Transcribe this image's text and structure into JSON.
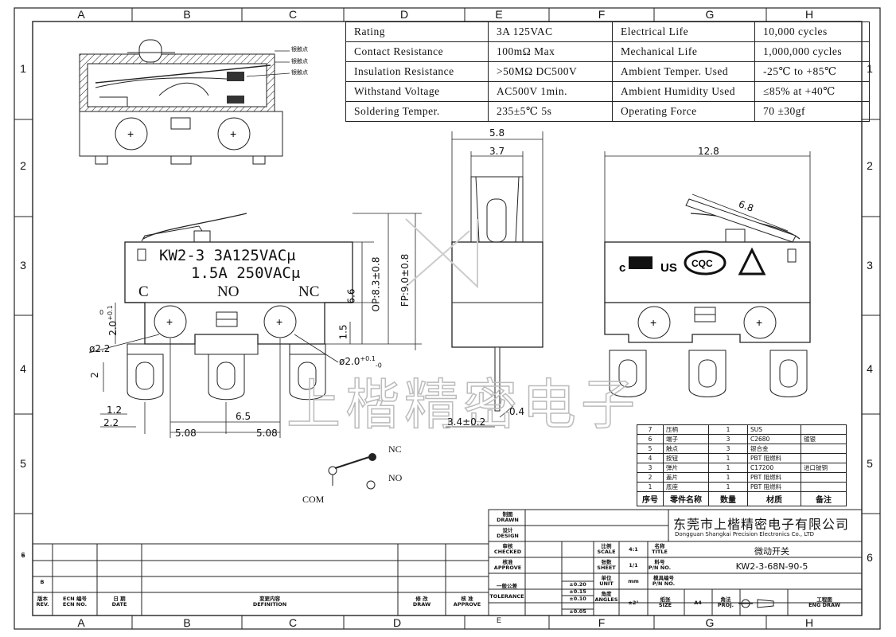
{
  "grid": {
    "cols": [
      "A",
      "B",
      "C",
      "D",
      "E",
      "F",
      "G",
      "H"
    ],
    "rows": [
      "1",
      "2",
      "3",
      "4",
      "5",
      "6"
    ]
  },
  "spec": [
    {
      "k1": "Rating",
      "v1": "3A  125VAC",
      "k2": "Electrical Life",
      "v2": "10,000 cycles"
    },
    {
      "k1": "Contact Resistance",
      "v1": "100mΩ  Max",
      "k2": "Mechanical Life",
      "v2": "1,000,000 cycles"
    },
    {
      "k1": "Insulation Resistance",
      "v1": ">50MΩ  DC500V",
      "k2": "Ambient Temper. Used",
      "v2": "-25℃ to +85℃"
    },
    {
      "k1": "Withstand Voltage",
      "v1": "AC500V  1min.",
      "k2": "Ambient Humidity Used",
      "v2": "≤85% at +40℃"
    },
    {
      "k1": "Soldering Temper.",
      "v1": "235±5℃ 5s",
      "k2": "Operating Force",
      "v2": "70 ±30gf"
    }
  ],
  "section": {
    "label1": "银触点",
    "label2": "银触点",
    "label3": "银触点"
  },
  "front": {
    "marking1": "KW2-3  3A125VAC",
    "marking2": "1.5A  250VAC",
    "mu": "μ",
    "term_c": "C",
    "term_no": "NO",
    "term_nc": "NC",
    "dim_20": "2.0",
    "dim_20_tol_up": "+0.1",
    "dim_20_tol_dn": "0",
    "dim_d22": "ø2.2",
    "dim_d20": "ø2.0",
    "dim_d20_tol_up": "+0.1",
    "dim_d20_tol_dn": "-0",
    "dim_2": "2",
    "dim_12": "1.2",
    "dim_22": "2.2",
    "dim_65": "6.5",
    "dim_508a": "5.08",
    "dim_508b": "5.08",
    "dim_66": "6.6",
    "dim_15": "1.5",
    "dim_op": "OP:8.3±0.8",
    "dim_fp": "FP:9.0±0.8"
  },
  "side": {
    "dim_58": "5.8",
    "dim_37": "3.7",
    "dim_34": "3.4±0.2",
    "dim_04": "0.4"
  },
  "rear": {
    "dim_128": "12.8",
    "dim_68": "6.8",
    "cert_c": "c",
    "cert_us": "US",
    "cert_cqc": "CQC"
  },
  "schematic": {
    "nc": "NC",
    "no": "NO",
    "com": "COM"
  },
  "watermark": "上楷精密电子",
  "bom": {
    "rows": [
      {
        "no": "7",
        "name": "压柄",
        "qty": "1",
        "mat": "SUS",
        "note": ""
      },
      {
        "no": "6",
        "name": "端子",
        "qty": "3",
        "mat": "C2680",
        "note": "镀银"
      },
      {
        "no": "5",
        "name": "触点",
        "qty": "3",
        "mat": "银合金",
        "note": ""
      },
      {
        "no": "4",
        "name": "按钮",
        "qty": "1",
        "mat": "PBT  阻燃料",
        "note": ""
      },
      {
        "no": "3",
        "name": "弹片",
        "qty": "1",
        "mat": "C17200",
        "note": "进口铍铜"
      },
      {
        "no": "2",
        "name": "盖片",
        "qty": "1",
        "mat": "PBT  阻燃料",
        "note": ""
      },
      {
        "no": "1",
        "name": "底座",
        "qty": "1",
        "mat": "PBT  阻燃料",
        "note": ""
      }
    ],
    "header": {
      "no": "序号",
      "name": "零件名称",
      "qty": "数量",
      "mat": "材质",
      "note": "备注"
    }
  },
  "titleblock": {
    "drawn_cn": "制图",
    "drawn_en": "DRAWN",
    "design_cn": "设计",
    "design_en": "DESIGN",
    "checked_cn": "审核",
    "checked_en": "CHECKED",
    "approve_cn": "核准",
    "approve_en": "APPROVE",
    "tol_cn": "一般公差",
    "tol_en": "TOLERANCE",
    "tol1": "±0.20",
    "tol2": "±0.15",
    "tol3": "±0.10",
    "tol4": "±0.05",
    "scale_cn": "比例",
    "scale_en": "SCALE",
    "scale": "4:1",
    "sheet_cn": "张数",
    "sheet_en": "SHEET",
    "sheet": "1/1",
    "unit_cn": "单位",
    "unit_en": "UNIT",
    "unit": "mm",
    "angle_cn": "角度",
    "angle_en": "ANGLES",
    "angle": "±2°",
    "title_cn": "名称",
    "title_en": "TITLE",
    "title": "微动开关",
    "pn_cn": "料号",
    "pn_en": "P/N NO.",
    "pn": "KW2-3-68N-90-5",
    "mold_cn": "模具编号",
    "mold_en": "P/N NO.",
    "size_cn": "纸张",
    "size_en": "SIZE",
    "size": "A4",
    "proj_cn": "角法",
    "proj_en": "PROJ.",
    "eng_cn": "工程图",
    "eng_en": "ENG DRAW",
    "company_cn": "东莞市上楷精密电子有限公司",
    "company_en": "Dongguan Shangkai Precision Electronics Co., LTD",
    "rev_row_b": "B",
    "rev_cn": "版本",
    "rev_en": "REV.",
    "ecn_cn": "ECN 编号",
    "ecn_en": "ECN NO.",
    "date_cn": "日  期",
    "date_en": "DATE",
    "def_cn": "变更内容",
    "def_en": "DEFINITION",
    "draw_cn": "修  改",
    "draw_en": "DRAW",
    "appr_cn": "核  准",
    "appr_en": "APPROVE",
    "row6": "6"
  }
}
